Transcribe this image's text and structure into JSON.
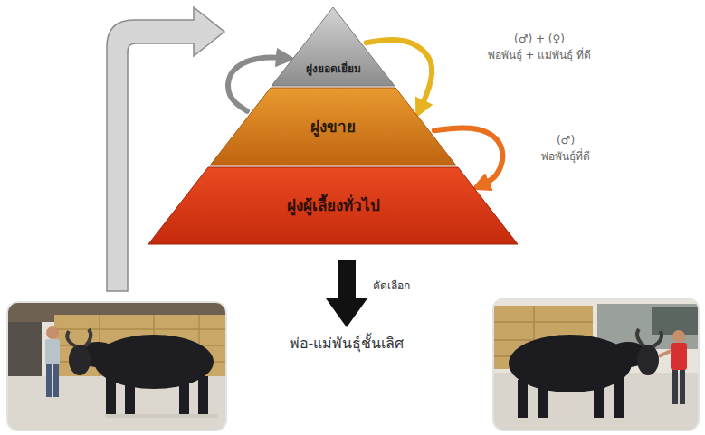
{
  "diagram": {
    "nodes": [
      {
        "text": [
          "ฝูงยอดเยี่ยม"
        ]
      },
      {
        "text": [
          "ฝูงขาย"
        ]
      },
      {
        "text": [
          "ฝูงผู้เลี้ยงทั่วไป"
        ]
      }
    ],
    "edges": [
      {
        "from": 0,
        "to": 1,
        "arrow": "to"
      },
      {
        "from": 1,
        "to": 2,
        "arrow": "to"
      },
      {
        "from": 1,
        "to": 0,
        "arrow": "to"
      }
    ],
    "labels": [
      "(♂) + (♀)",
      "พ่อพันธุ์ + แม่พันธุ์ ที่ดี",
      "(♂)",
      "พ่อพันธุ์ที่ดี",
      "คัดเลือก",
      "พ่อ-แม่พันธุ์ชั้นเลิศ"
    ]
  }
}
